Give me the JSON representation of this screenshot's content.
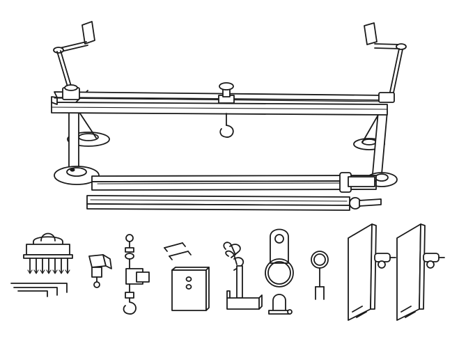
{
  "figure": {
    "kind": "line-art product illustration",
    "background": "#ffffff",
    "ink": "#1a1a1a",
    "main_assembly": [
      "crank-handle",
      "crank-handle",
      "top-rail",
      "center-clamp-knob",
      "center-hook",
      "leg",
      "leg",
      "foot-pad",
      "foot-pad",
      "foot-pad",
      "foot-pad",
      "lower-rail",
      "extension-bar"
    ],
    "accessories": [
      "multi-hook-comb",
      "hex-key-set",
      "small-clamp",
      "hook-pulley-tensioner",
      "wire-brackets",
      "mounting-plate",
      "chain-hook-arm",
      "ring-with-tab",
      "d-shackle",
      "ring-fork",
      "side-panel",
      "side-panel"
    ]
  }
}
